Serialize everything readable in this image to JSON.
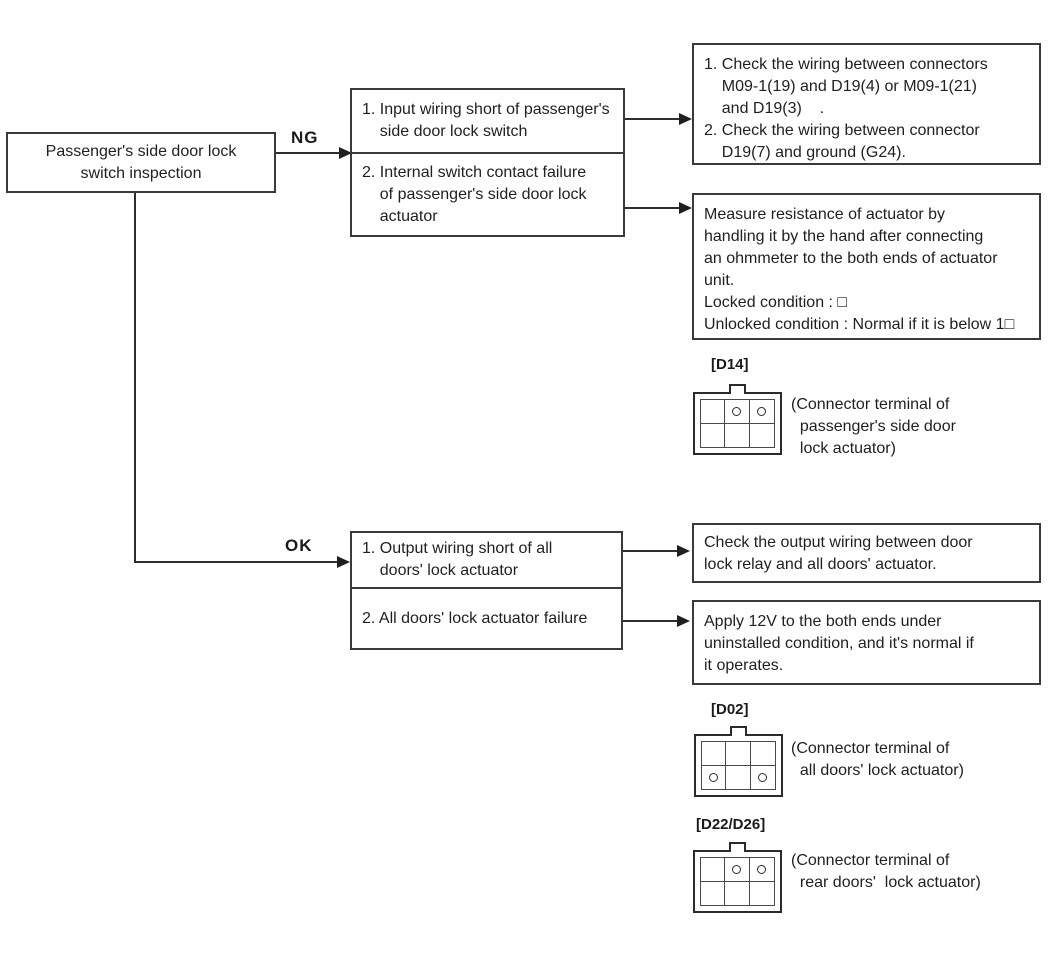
{
  "diagram": {
    "start_box": "Passenger's side door lock\nswitch inspection",
    "branch_ng": {
      "label": "NG",
      "causes": [
        "1. Input wiring short of passenger's\n    side door lock switch",
        "2. Internal switch contact failure\n    of passenger's side door lock\n    actuator"
      ],
      "actions": [
        "1. Check the wiring between connectors\n    M09-1(19) and D19(4) or M09-1(21)\n    and D19(3)    .\n2. Check the wiring between connector\n    D19(7) and ground (G24).",
        "Measure resistance of actuator by\nhandling it by the hand after connecting\nan ohmmeter to the both ends of actuator\nunit.\nLocked condition : □\nUnlocked condition : Normal if it is below 1□"
      ]
    },
    "branch_ok": {
      "label": "OK",
      "causes": [
        "1. Output wiring short of all\n    doors' lock actuator",
        "2. All doors' lock actuator failure"
      ],
      "actions": [
        "Check the output wiring between door\nlock relay and all doors' actuator.",
        "Apply 12V to the both ends under\nuninstalled condition, and it's normal if\nit operates."
      ]
    },
    "connectors": [
      {
        "id": "[D14]",
        "caption": "(Connector terminal of\n  passenger's side door\n  lock actuator)",
        "pins": [
          [
            0,
            1,
            1
          ],
          [
            0,
            0,
            0
          ]
        ]
      },
      {
        "id": "[D02]",
        "caption": "(Connector terminal of\n  all doors' lock actuator)",
        "pins": [
          [
            0,
            0,
            0
          ],
          [
            1,
            0,
            1
          ]
        ]
      },
      {
        "id": "[D22/D26]",
        "caption": "(Connector terminal of\n  rear doors'  lock actuator)",
        "pins": [
          [
            0,
            1,
            1
          ],
          [
            0,
            0,
            0
          ]
        ]
      }
    ],
    "colors": {
      "line": "#2e2e2e",
      "border": "#3a3a3a",
      "text": "#1f1f1f",
      "background": "#ffffff"
    }
  }
}
